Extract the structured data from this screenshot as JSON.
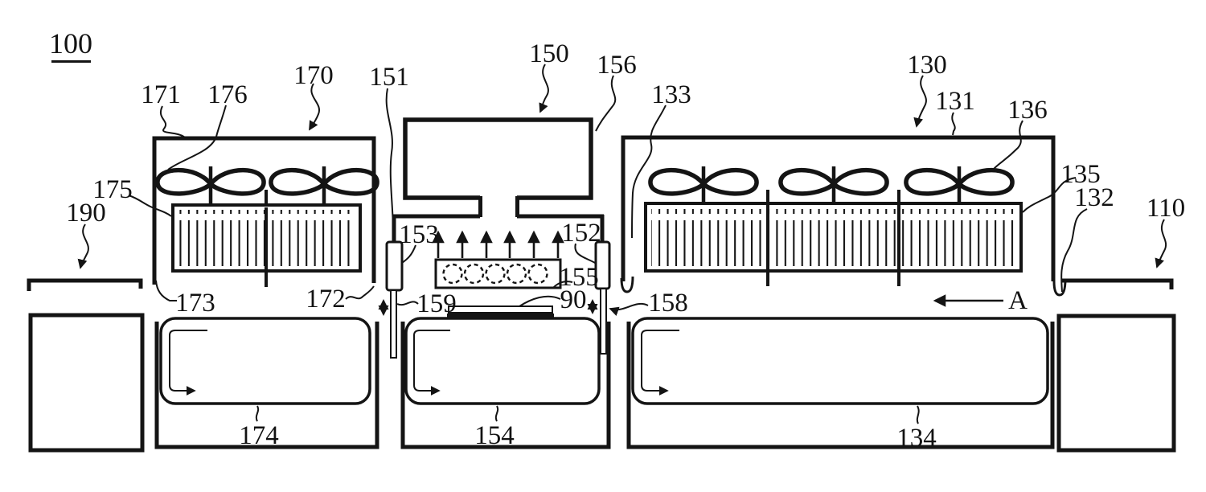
{
  "figure": {
    "number_label": "100",
    "flow_direction_label": "A"
  },
  "reference_labels": {
    "r90": "90",
    "r110": "110",
    "r130": "130",
    "r131": "131",
    "r132": "132",
    "r133": "133",
    "r134": "134",
    "r135": "135",
    "r136": "136",
    "r150": "150",
    "r151": "151",
    "r152": "152",
    "r153": "153",
    "r154": "154",
    "r155": "155",
    "r156": "156",
    "r158": "158",
    "r159": "159",
    "r170": "170",
    "r171": "171",
    "r172": "172",
    "r173": "173",
    "r174": "174",
    "r175": "175",
    "r176": "176",
    "r190": "190"
  },
  "colors": {
    "ink": "#141414",
    "background": "#ffffff"
  }
}
